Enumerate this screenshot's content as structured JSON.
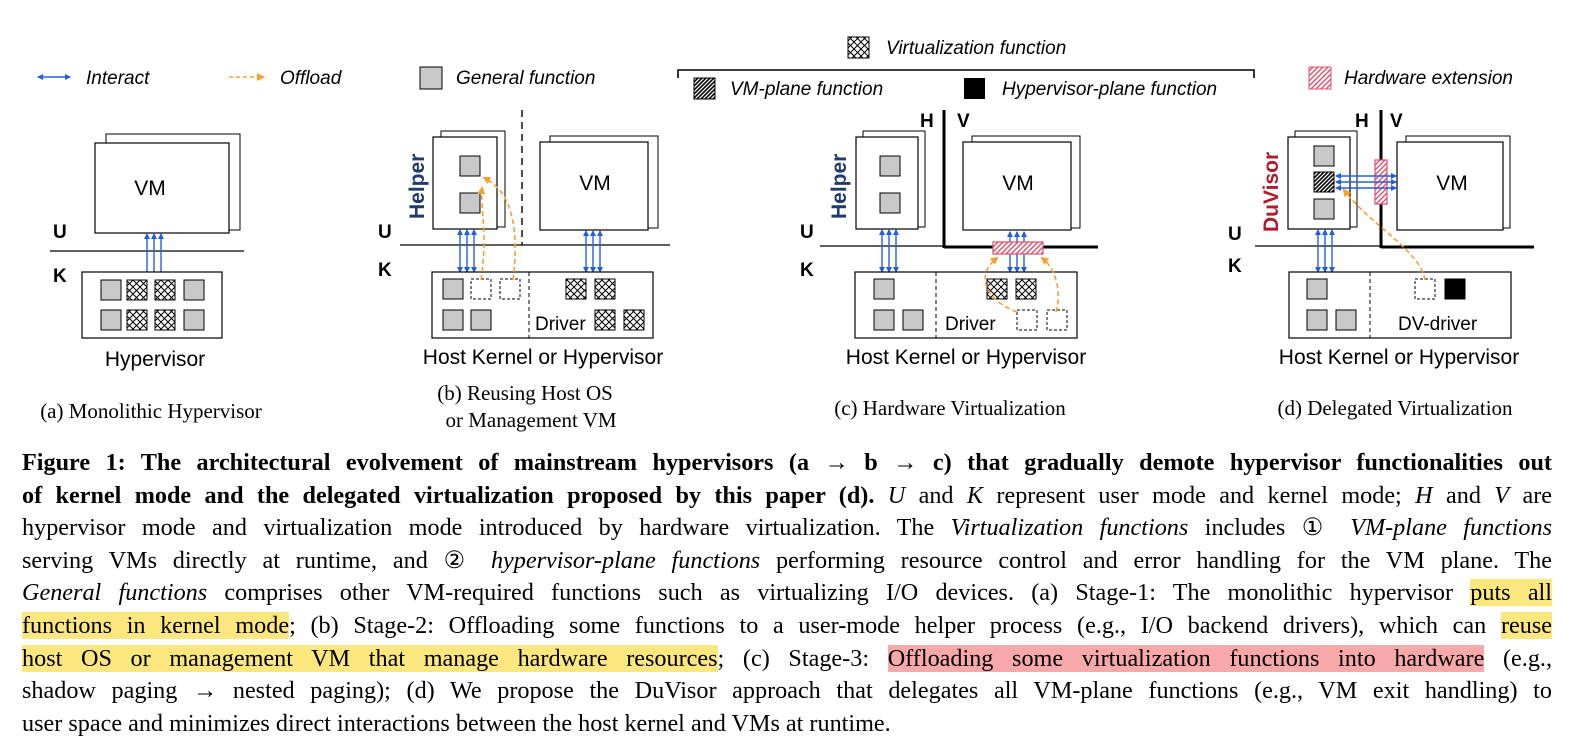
{
  "figure": {
    "legend": {
      "interact": "Interact",
      "offload": "Offload",
      "general_function": "General function",
      "virtualization_function": "Virtualization function",
      "vm_plane_function": "VM-plane function",
      "hypervisor_plane_function": "Hypervisor-plane function",
      "hardware_extension": "Hardware extension"
    },
    "colors": {
      "interact": "#2060e0",
      "offload": "#f5a030",
      "general_fill": "#c8c8c8",
      "hw_extension": "#e0506a",
      "duvisor": "#b01c2e",
      "highlight_yellow": "#fbe77e",
      "highlight_red": "#f7a9a9"
    },
    "a": {
      "vm": "VM",
      "u": "U",
      "k": "K",
      "box_label": "Hypervisor",
      "caption": "(a) Monolithic Hypervisor"
    },
    "b": {
      "helper": "Helper",
      "vm": "VM",
      "u": "U",
      "k": "K",
      "driver": "Driver",
      "box_label": "Host Kernel or Hypervisor",
      "caption_line1": "(b) Reusing Host OS",
      "caption_line2": "or Management VM"
    },
    "c": {
      "helper": "Helper",
      "vm": "VM",
      "u": "U",
      "k": "K",
      "h": "H",
      "v": "V",
      "driver": "Driver",
      "box_label": "Host Kernel or Hypervisor",
      "caption": "(c) Hardware Virtualization"
    },
    "d": {
      "duvisor": "DuVisor",
      "vm": "VM",
      "u": "U",
      "k": "K",
      "h": "H",
      "v": "V",
      "driver": "DV-driver",
      "box_label": "Host Kernel or Hypervisor",
      "caption": "(d) Delegated Virtualization"
    }
  },
  "caption": {
    "l1": "Figure 1: The architectural evolvement of mainstream hypervisors (a → b → c) that gradually demote hypervisor functionalities out",
    "l2_bold": "of kernel mode and the delegated virtualization proposed by this paper (d).",
    "l2_i1": "U",
    "l2_t1": " and ",
    "l2_i2": "K",
    "l2_t2": " represent user mode and kernel mode; ",
    "l2_i3": "H",
    "l2_t3": " and ",
    "l2_i4": "V",
    "l2_t4": " are",
    "l3_t1": "hypervisor mode and virtualization mode introduced by hardware virtualization. The ",
    "l3_i1": "Virtualization functions",
    "l3_t2": " includes ① ",
    "l3_i2": "VM-plane functions",
    "l4_t1": "serving VMs directly at runtime, and ② ",
    "l4_i1": "hypervisor-plane functions",
    "l4_t2": " performing resource control and error handling for the VM plane. The",
    "l5_i1": "General functions",
    "l5_t1": " comprises other VM-required functions such as virtualizing I/O devices. (a) Stage-1: The monolithic hypervisor ",
    "l5_h1": "puts all",
    "l6_h1": "functions in kernel mode",
    "l6_t1": "; (b) Stage-2: Offloading some functions to a user-mode helper process (e.g., I/O backend drivers), which can ",
    "l6_h2": "reuse",
    "l7_h1": "host OS or management VM that manage hardware resources",
    "l7_t1": "; (c) Stage-3: ",
    "l7_h2": "Offloading some virtualization functions into hardware",
    "l7_t2": " (e.g.,",
    "l8": "shadow paging → nested paging); (d) We propose the DuVisor approach that delegates all VM-plane functions (e.g., VM exit handling) to",
    "l9": "user space and minimizes direct interactions between the host kernel and VMs at runtime."
  }
}
